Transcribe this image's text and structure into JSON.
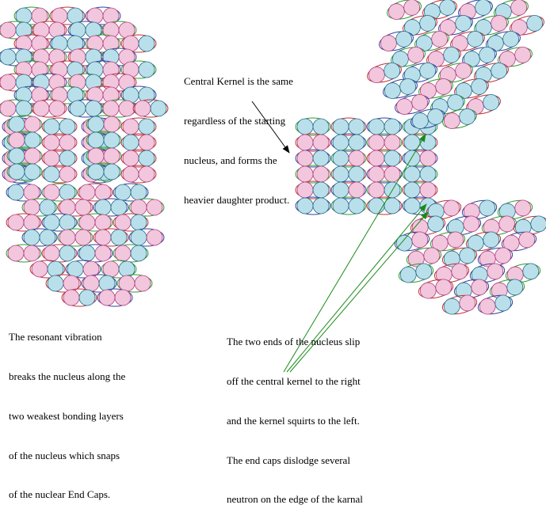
{
  "captions": {
    "central_kernel": [
      "Central Kernel is the same",
      "regardless of the starting",
      "nucleus, and forms the",
      "heavier daughter product."
    ],
    "resonant_vibration": [
      "The resonant vibration",
      "breaks the nucleus along the",
      "two weakest bonding layers",
      "of the nucleus which snaps",
      "of the nuclear End Caps."
    ],
    "two_ends": [
      "The two ends of the nucleus slip",
      "off the central kernel to the right",
      "and the kernel squirts to the left.",
      "The end caps dislodge several",
      "neutron on the edge of the karnal"
    ]
  },
  "colors": {
    "proton_fill": "#f2c6dc",
    "neutron_fill": "#b9e0ea",
    "ring_green": "#2e9a2e",
    "ring_red": "#c03030",
    "ring_blue": "#3040a0",
    "pointer_black": "#000000",
    "pointer_green": "#1a8a1a"
  },
  "icons": {
    "proton": "pink-circle-icon",
    "neutron": "cyan-circle-icon"
  }
}
